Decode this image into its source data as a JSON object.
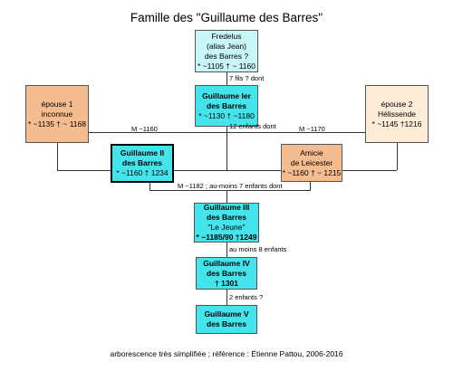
{
  "title": "Famille des \"Guillaume des Barres\"",
  "nodes": {
    "fredelus": {
      "lines": [
        "Fredelus",
        "(alias Jean)",
        "des Barres ?",
        "* ~1105 † ~ 1160"
      ]
    },
    "guillaume1": {
      "lines": [
        "Guillaume Ier",
        "des Barres",
        "* ~1130 † ~1180"
      ]
    },
    "epouse1": {
      "lines": [
        "épouse 1",
        "inconnue",
        "* ~1135 † ~ 1168"
      ]
    },
    "epouse2": {
      "lines": [
        "épouse 2",
        "Hélissende",
        "* ~1145 †1216"
      ]
    },
    "guillaume2": {
      "lines": [
        "Guillaume II",
        "des Barres",
        "* ~1160 † 1234"
      ]
    },
    "amicie": {
      "lines": [
        "Amicie",
        "de Leicester",
        "* ~1160 † ~ 1215"
      ]
    },
    "guillaume3": {
      "lines": [
        "Guillaume III",
        "des Barres",
        "\"Le Jeune\"",
        "* ~1185/90 †1249"
      ]
    },
    "guillaume4": {
      "lines": [
        "Guillaume IV",
        "des Barres",
        "† 1301"
      ]
    },
    "guillaume5": {
      "lines": [
        "Guillaume V",
        "des Barres"
      ]
    }
  },
  "labels": {
    "fils": "7 fils ? dont",
    "enfants12": "12 enfants dont",
    "m1160": "M ~1160",
    "m1170": "M ~1170",
    "m1182": "M ~1182 ; au-moins 7 enfants dont",
    "enfants8": "au moins 8 enfants",
    "enfants2": "2 enfants ?"
  },
  "footer": "arborescence très simplifiée ; référence :  Étienne Pattou, 2006-2016"
}
